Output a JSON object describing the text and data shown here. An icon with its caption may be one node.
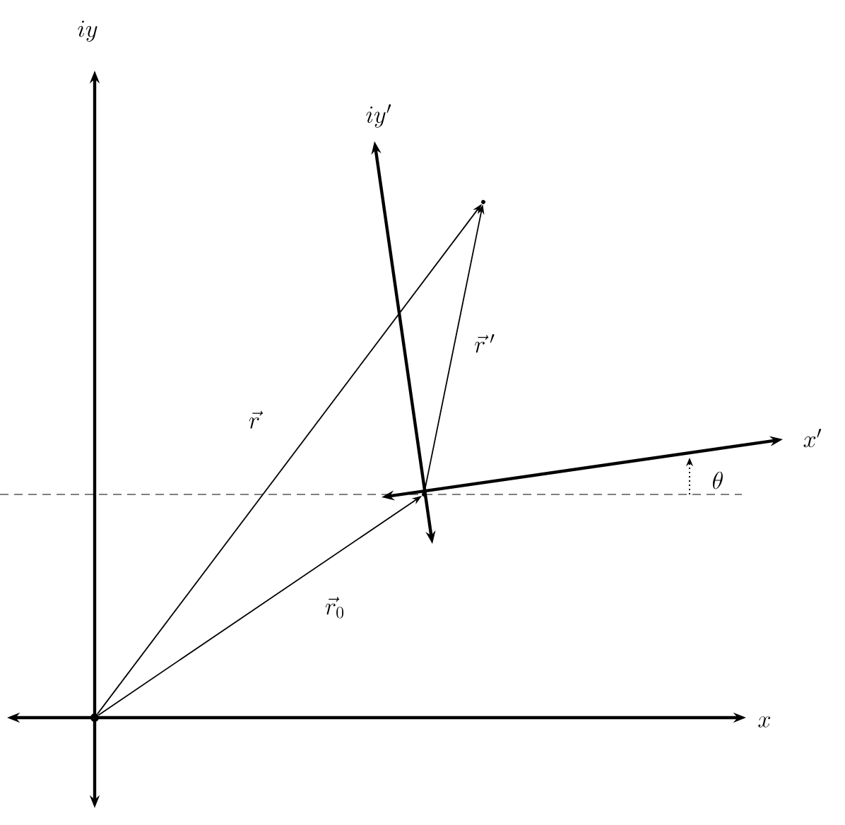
{
  "diagram": {
    "nodes": [
      {
        "text": [],
        "shape": "point"
      },
      {
        "text": [],
        "shape": "point"
      },
      {
        "text": [],
        "shape": "point"
      }
    ],
    "edges": [
      {
        "from": 0,
        "to": 2,
        "arrow": "to",
        "label": "\\vec{r}"
      },
      {
        "from": 0,
        "to": 1,
        "arrow": "to",
        "label": "\\vec{r}_0"
      },
      {
        "from": 1,
        "to": 2,
        "arrow": "to",
        "label": "\\vec{r}\\,'"
      }
    ],
    "labels": [
      "iy",
      "iy'",
      "x'",
      "\\theta",
      "x"
    ]
  }
}
